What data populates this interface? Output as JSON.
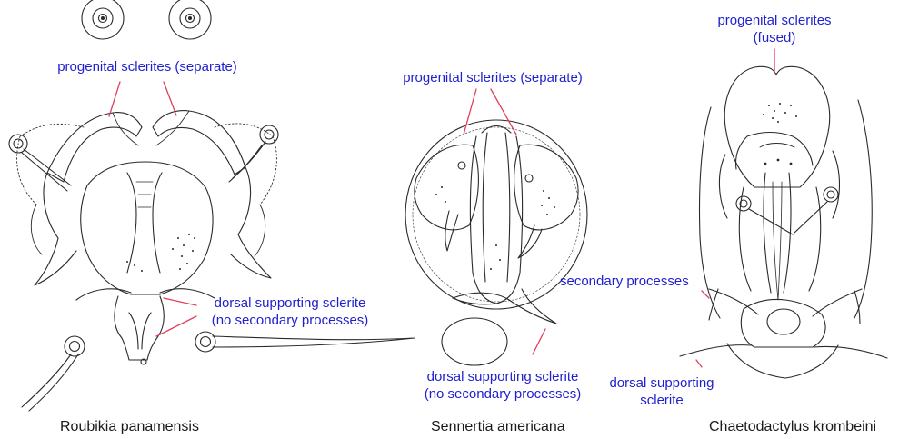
{
  "colors": {
    "label_text": "#1f1fd0",
    "pointer": "#e0405a",
    "ink": "#2a2a2a",
    "species_text": "#1a1a1a",
    "background": "#ffffff"
  },
  "panels": [
    {
      "species": "Roubikia panamensis",
      "labels": {
        "progenital": "progenital sclerites (separate)",
        "dorsal_line1": "dorsal supporting sclerite",
        "dorsal_line2": "(no secondary processes)"
      }
    },
    {
      "species": "Sennertia americana",
      "labels": {
        "progenital": "progenital sclerites (separate)",
        "dorsal_line1": "dorsal supporting sclerite",
        "dorsal_line2": "(no secondary processes)"
      }
    },
    {
      "species": "Chaetodactylus krombeini",
      "labels": {
        "progenital_line1": "progenital sclerites",
        "progenital_line2": "(fused)",
        "secondary": "secondary processes",
        "dorsal_line1": "dorsal supporting",
        "dorsal_line2": "sclerite"
      }
    }
  ]
}
